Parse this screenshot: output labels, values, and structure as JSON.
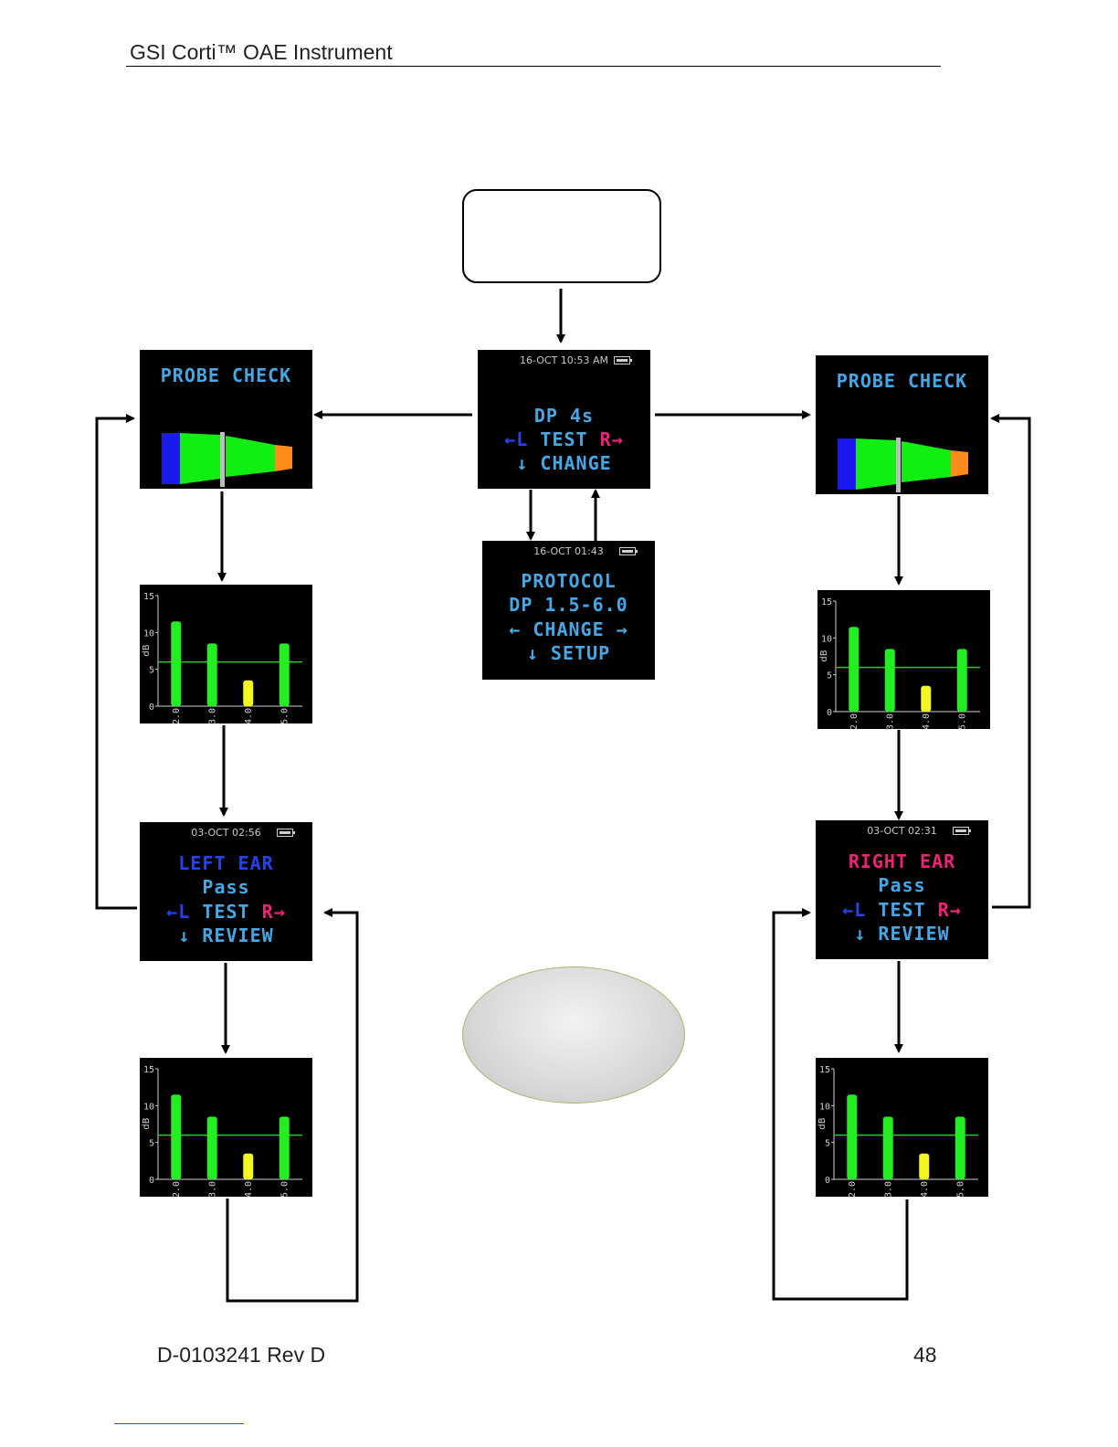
{
  "header": {
    "title": "GSI Corti™ OAE Instrument"
  },
  "footer": {
    "doc_id": "D-0103241 Rev D",
    "page_number": "48"
  },
  "main_screen": {
    "status": "16-OCT  10:53  AM",
    "line1": "DP 4s",
    "test_left": "←L",
    "test_word": "TEST",
    "test_right": "R→",
    "line3": "↓ CHANGE"
  },
  "protocol_screen": {
    "status": "16-OCT  01:43",
    "line1": "PROTOCOL",
    "line2": "DP 1.5-6.0",
    "line3": "← CHANGE →",
    "line4": "↓ SETUP"
  },
  "probe_check_left": {
    "title": "PROBE CHECK"
  },
  "probe_check_right": {
    "title": "PROBE CHECK"
  },
  "left_result_screen": {
    "status": "03-OCT  02:56",
    "ear": "LEFT EAR",
    "result": "Pass",
    "test_left": "←L",
    "test_word": "TEST",
    "test_right": "R→",
    "line4": "↓ REVIEW"
  },
  "right_result_screen": {
    "status": "03-OCT  02:31",
    "ear": "RIGHT EAR",
    "result": "Pass",
    "test_left": "←L",
    "test_word": "TEST",
    "test_right": "R→",
    "line4": "↓ REVIEW"
  },
  "colors": {
    "screen_bg": "#000000",
    "text_cyan": "#45a8e6",
    "left_blue": "#2244ee",
    "right_pink": "#ee2277",
    "bar_pass": "#22ee22",
    "bar_fail": "#f5f522",
    "threshold_line": "#22cc22",
    "probe_blue": "#1a1aee",
    "probe_green": "#11ee11",
    "probe_orange": "#ff8c1a"
  },
  "chart_data": [
    {
      "type": "bar",
      "chart_id": "left-chart-1",
      "categories": [
        "2.0",
        "3.0",
        "4.0",
        "5.0"
      ],
      "values": [
        11.5,
        8.5,
        3.5,
        8.5
      ],
      "bar_colors": [
        "#22ee22",
        "#22ee22",
        "#f5f522",
        "#22ee22"
      ],
      "ylabel": "dB",
      "ylim": [
        0,
        15
      ],
      "yticks": [
        0,
        5,
        10,
        15
      ],
      "threshold": 6
    },
    {
      "type": "bar",
      "chart_id": "left-chart-2",
      "categories": [
        "2.0",
        "3.0",
        "4.0",
        "5.0"
      ],
      "values": [
        11.5,
        8.5,
        3.5,
        8.5
      ],
      "bar_colors": [
        "#22ee22",
        "#22ee22",
        "#f5f522",
        "#22ee22"
      ],
      "ylabel": "dB",
      "ylim": [
        0,
        15
      ],
      "yticks": [
        0,
        5,
        10,
        15
      ],
      "threshold": 6
    },
    {
      "type": "bar",
      "chart_id": "right-chart-1",
      "categories": [
        "2.0",
        "3.0",
        "4.0",
        "5.0"
      ],
      "values": [
        11.5,
        8.5,
        3.5,
        8.5
      ],
      "bar_colors": [
        "#22ee22",
        "#22ee22",
        "#f5f522",
        "#22ee22"
      ],
      "ylabel": "dB",
      "ylim": [
        0,
        15
      ],
      "yticks": [
        0,
        5,
        10,
        15
      ],
      "threshold": 6
    },
    {
      "type": "bar",
      "chart_id": "right-chart-2",
      "categories": [
        "2.0",
        "3.0",
        "4.0",
        "5.0"
      ],
      "values": [
        11.5,
        8.5,
        3.5,
        8.5
      ],
      "bar_colors": [
        "#22ee22",
        "#22ee22",
        "#f5f522",
        "#22ee22"
      ],
      "ylabel": "dB",
      "ylim": [
        0,
        15
      ],
      "yticks": [
        0,
        5,
        10,
        15
      ],
      "threshold": 6
    }
  ]
}
